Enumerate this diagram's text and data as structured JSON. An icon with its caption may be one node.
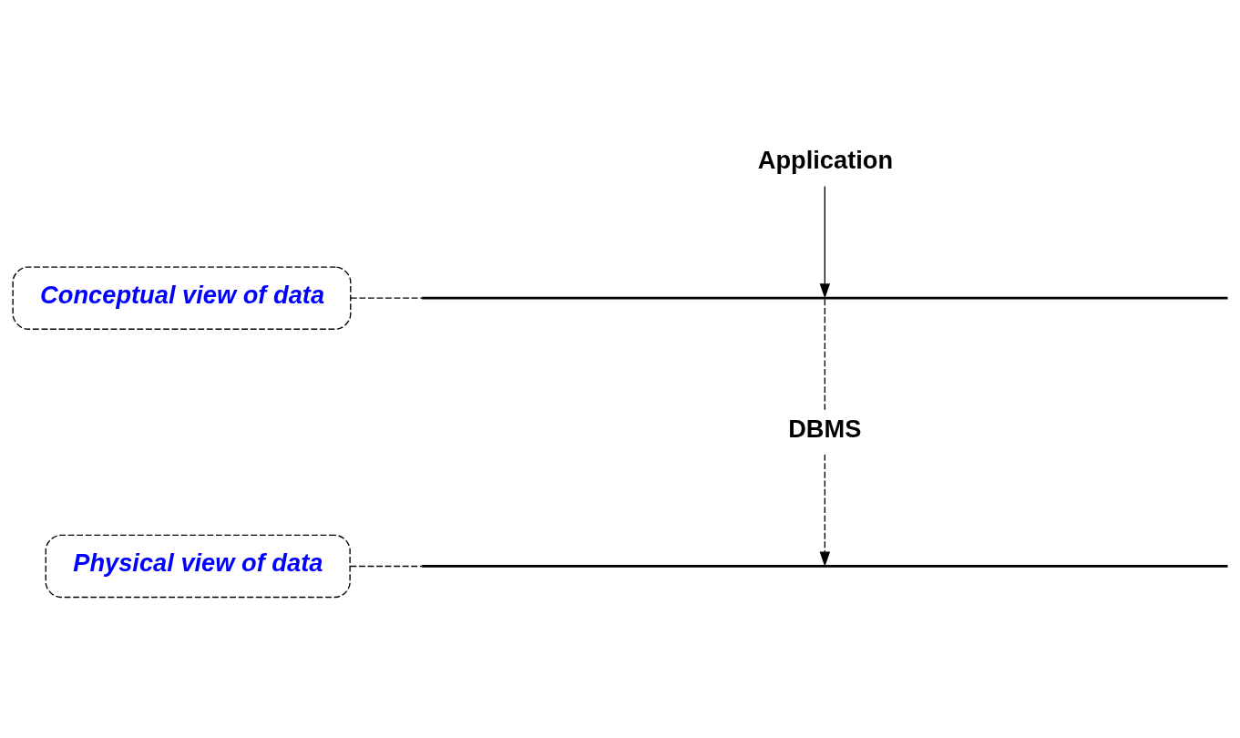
{
  "diagram": {
    "nodes": [
      {
        "text": [
          "Application"
        ]
      },
      {
        "text": [
          "Conceptual view of data"
        ]
      },
      {
        "text": [],
        "shape": "bar"
      },
      {
        "text": [
          "DBMS"
        ]
      },
      {
        "text": [
          "Physical view of data"
        ]
      },
      {
        "text": [],
        "shape": "bar"
      }
    ],
    "edges": [
      {
        "from": 0,
        "to": 2,
        "arrow": "to"
      },
      {
        "from": 1,
        "to": 2,
        "arrow": "none",
        "style": "dashed"
      },
      {
        "from": 2,
        "to": 3,
        "arrow": "none",
        "style": "dashed"
      },
      {
        "from": 3,
        "to": 5,
        "arrow": "to",
        "style": "dashed"
      },
      {
        "from": 4,
        "to": 5,
        "arrow": "none",
        "style": "dashed"
      }
    ]
  }
}
